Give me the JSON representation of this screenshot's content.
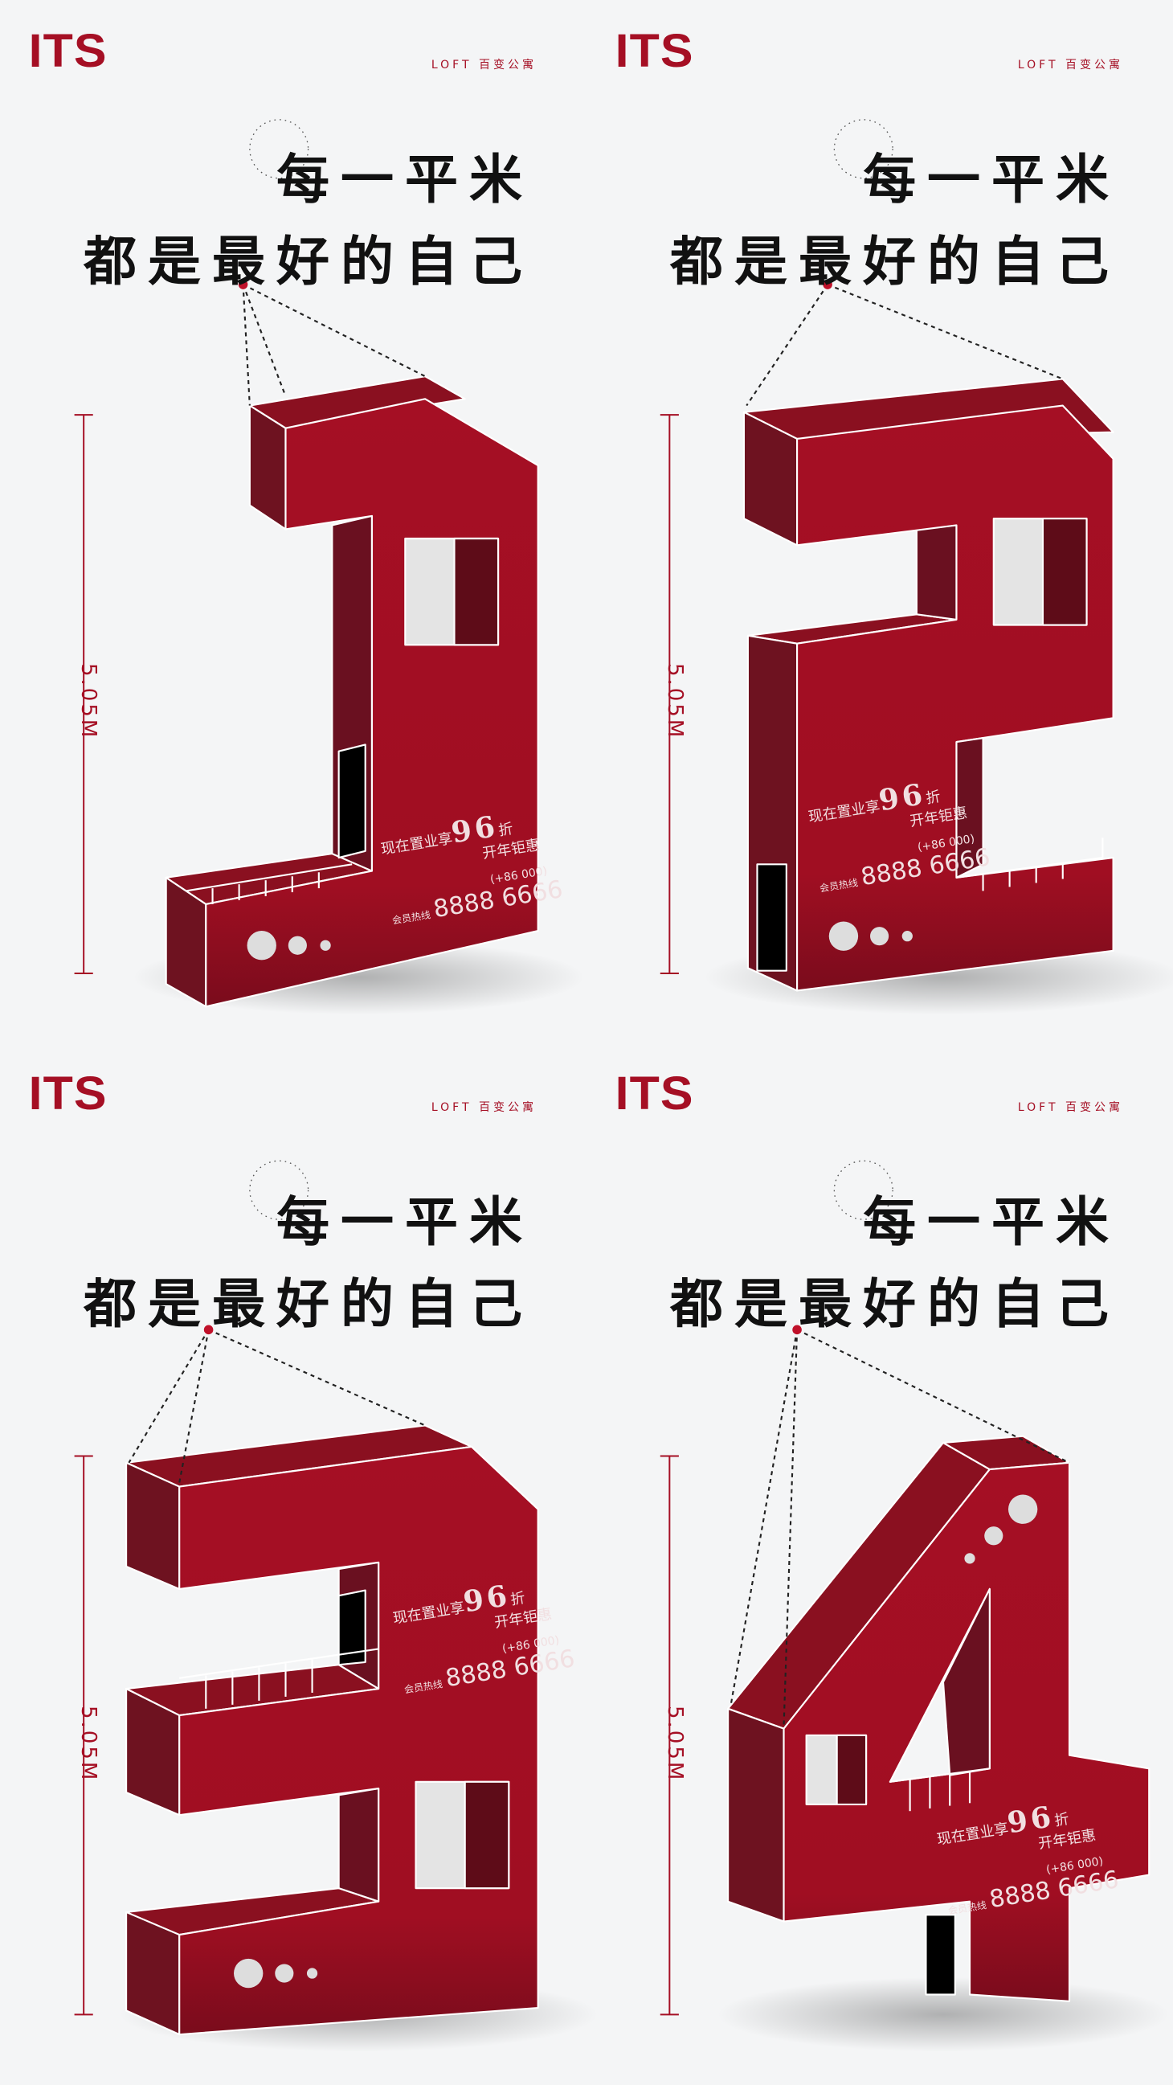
{
  "colors": {
    "brand_red": "#a50f24",
    "dark_red": "#6e1220",
    "background": "#f4f5f6",
    "headline": "#111111"
  },
  "panels": [
    {
      "digit": "1",
      "brand": "ITS",
      "tagline": "LOFT 百变公寓",
      "headline_line1": "每一平米",
      "headline_line2": "都是最好的自己",
      "height_label": "5.05M",
      "promo": {
        "text1": "现在置业享",
        "discount": "96",
        "unit": "折",
        "text2": "开年钜惠",
        "country_code": "(+86 000)",
        "hotline_label": "会员热线",
        "hotline": "8888 6666"
      }
    },
    {
      "digit": "2",
      "brand": "ITS",
      "tagline": "LOFT 百变公寓",
      "headline_line1": "每一平米",
      "headline_line2": "都是最好的自己",
      "height_label": "5.05M",
      "promo": {
        "text1": "现在置业享",
        "discount": "96",
        "unit": "折",
        "text2": "开年钜惠",
        "country_code": "(+86 000)",
        "hotline_label": "会员热线",
        "hotline": "8888 6666"
      }
    },
    {
      "digit": "3",
      "brand": "ITS",
      "tagline": "LOFT 百变公寓",
      "headline_line1": "每一平米",
      "headline_line2": "都是最好的自己",
      "height_label": "5.05M",
      "promo": {
        "text1": "现在置业享",
        "discount": "96",
        "unit": "折",
        "text2": "开年钜惠",
        "country_code": "(+86 000)",
        "hotline_label": "会员热线",
        "hotline": "8888 6666"
      }
    },
    {
      "digit": "4",
      "brand": "ITS",
      "tagline": "LOFT 百变公寓",
      "headline_line1": "每一平米",
      "headline_line2": "都是最好的自己",
      "height_label": "5.05M",
      "promo": {
        "text1": "现在置业享",
        "discount": "96",
        "unit": "折",
        "text2": "开年钜惠",
        "country_code": "(+86 000)",
        "hotline_label": "会员热线",
        "hotline": "8888 6666"
      }
    }
  ]
}
